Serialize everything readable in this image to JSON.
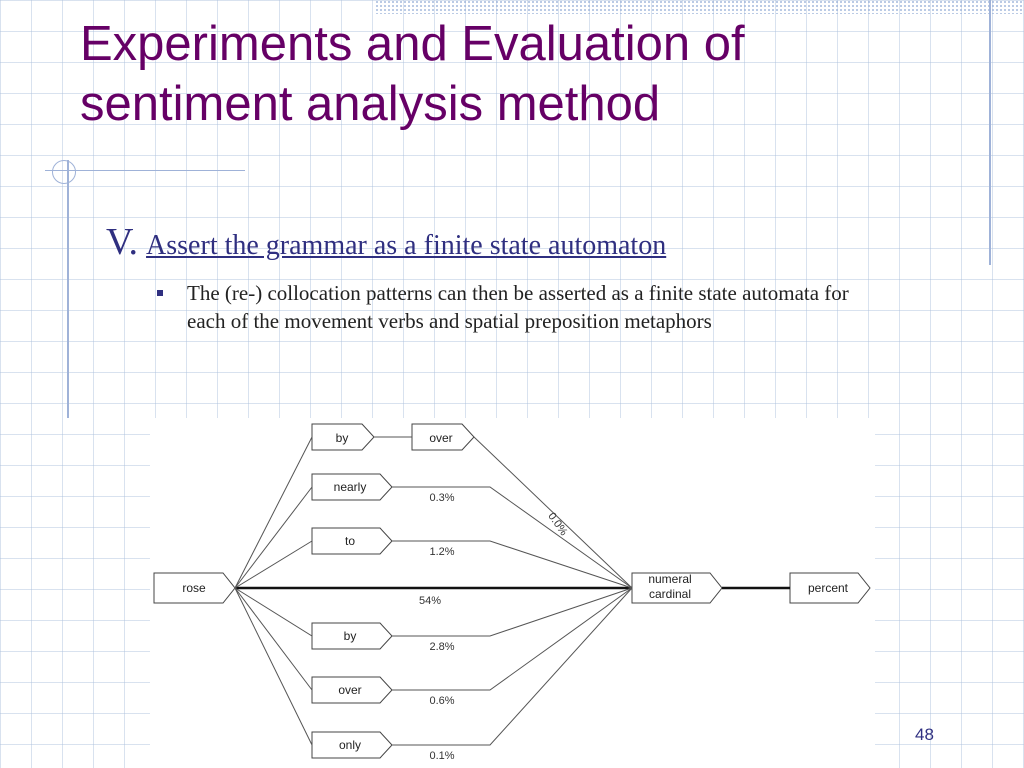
{
  "slide": {
    "title_line1": "Experiments and Evaluation of",
    "title_line2": "sentiment analysis method",
    "heading_number": "V.",
    "heading_text": "Assert the grammar as a finite state automaton",
    "bullet": "The (re-) collocation patterns can then be asserted as a finite state automata for each of the movement verbs and spatial preposition metaphors",
    "page_number": "48"
  },
  "colors": {
    "title": "#660066",
    "heading": "#2f2f80",
    "grid": "#aabedc"
  },
  "automaton": {
    "start": "rose",
    "merge_line1": "numeral",
    "merge_line2": "cardinal",
    "end": "percent",
    "main_edge_label": "54%",
    "upper_path": {
      "first": "by",
      "second": "over",
      "label": "0.0%"
    },
    "branches": [
      {
        "node": "nearly",
        "label": "0.3%"
      },
      {
        "node": "to",
        "label": "1.2%"
      },
      {
        "node": "by",
        "label": "2.8%"
      },
      {
        "node": "over",
        "label": "0.6%"
      },
      {
        "node": "only",
        "label": "0.1%"
      }
    ]
  }
}
